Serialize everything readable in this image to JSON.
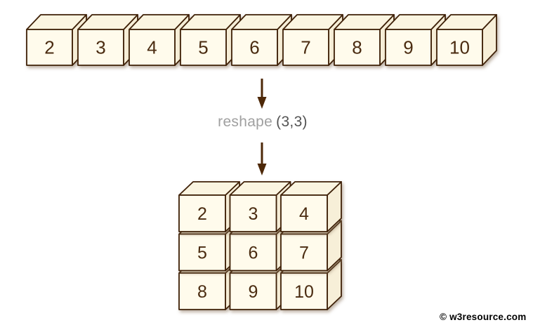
{
  "source_array": {
    "values": [
      "2",
      "3",
      "4",
      "5",
      "6",
      "7",
      "8",
      "9",
      "10"
    ]
  },
  "operation": {
    "function_name": "reshape",
    "arguments": "(3,3)"
  },
  "result_grid": {
    "rows": [
      [
        "2",
        "3",
        "4"
      ],
      [
        "5",
        "6",
        "7"
      ],
      [
        "8",
        "9",
        "10"
      ]
    ]
  },
  "watermark": {
    "text": "© w3resource.com"
  },
  "colors": {
    "background": "#ffffff",
    "cube_front": "#FFFBEC",
    "cube_top": "#FBF5E1",
    "cube_side": "#F7EFD8",
    "cube_outline": "#3F2108",
    "digit": "#4A2B10",
    "arrow": "#4D2808",
    "label_function": "#A0A0A0",
    "label_arguments": "#535353",
    "watermark_color": "#000000",
    "shadow": "rgba(128,103,78,0.5)"
  }
}
